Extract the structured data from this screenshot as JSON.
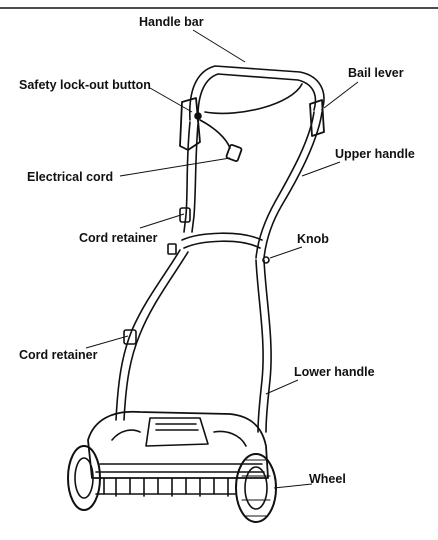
{
  "labels": {
    "handle_bar": "Handle bar",
    "bail_lever": "Bail lever",
    "safety_lockout": "Safety lock-out button",
    "upper_handle": "Upper handle",
    "electrical_cord": "Electrical cord",
    "cord_retainer_upper": "Cord retainer",
    "knob": "Knob",
    "cord_retainer_lower": "Cord retainer",
    "lower_handle": "Lower handle",
    "wheel": "Wheel"
  }
}
